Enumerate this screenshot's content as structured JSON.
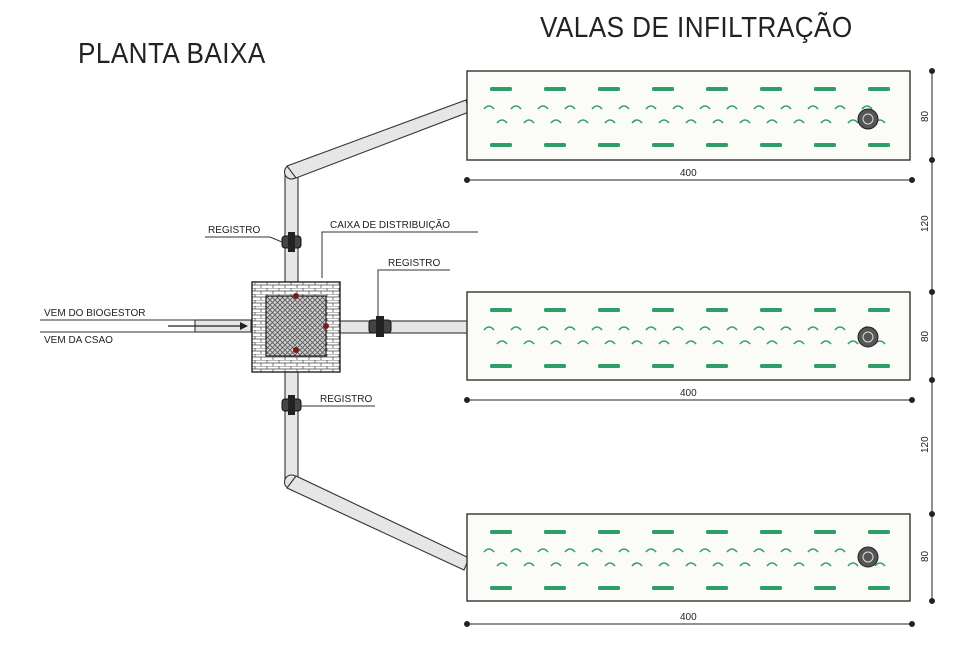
{
  "titles": {
    "planta": "PLANTA BAIXA",
    "valas": "VALAS DE INFILTRAÇÃO"
  },
  "labels": {
    "registro_top": "REGISTRO",
    "caixa": "CAIXA DE DISTRIBUIÇÃO",
    "registro_mid": "REGISTRO",
    "registro_bottom": "REGISTRO",
    "inlet_1": "VEM DO BIOGESTOR",
    "inlet_2": "VEM DA CSAO"
  },
  "dimensions": {
    "width_1": "400",
    "width_2": "400",
    "width_3": "400",
    "height_1": "80",
    "gap_1": "120",
    "height_2": "80",
    "gap_2": "120",
    "height_3": "80"
  },
  "colors": {
    "line": "#333333",
    "gravel": "#2e9e68",
    "trench_fill": "#fbfbf8",
    "pipe_fill": "#e6e6e6"
  },
  "icons": {
    "inspection": "inspection-circle-icon",
    "valve": "valve-icon",
    "flow": "flow-arrow-icon"
  }
}
